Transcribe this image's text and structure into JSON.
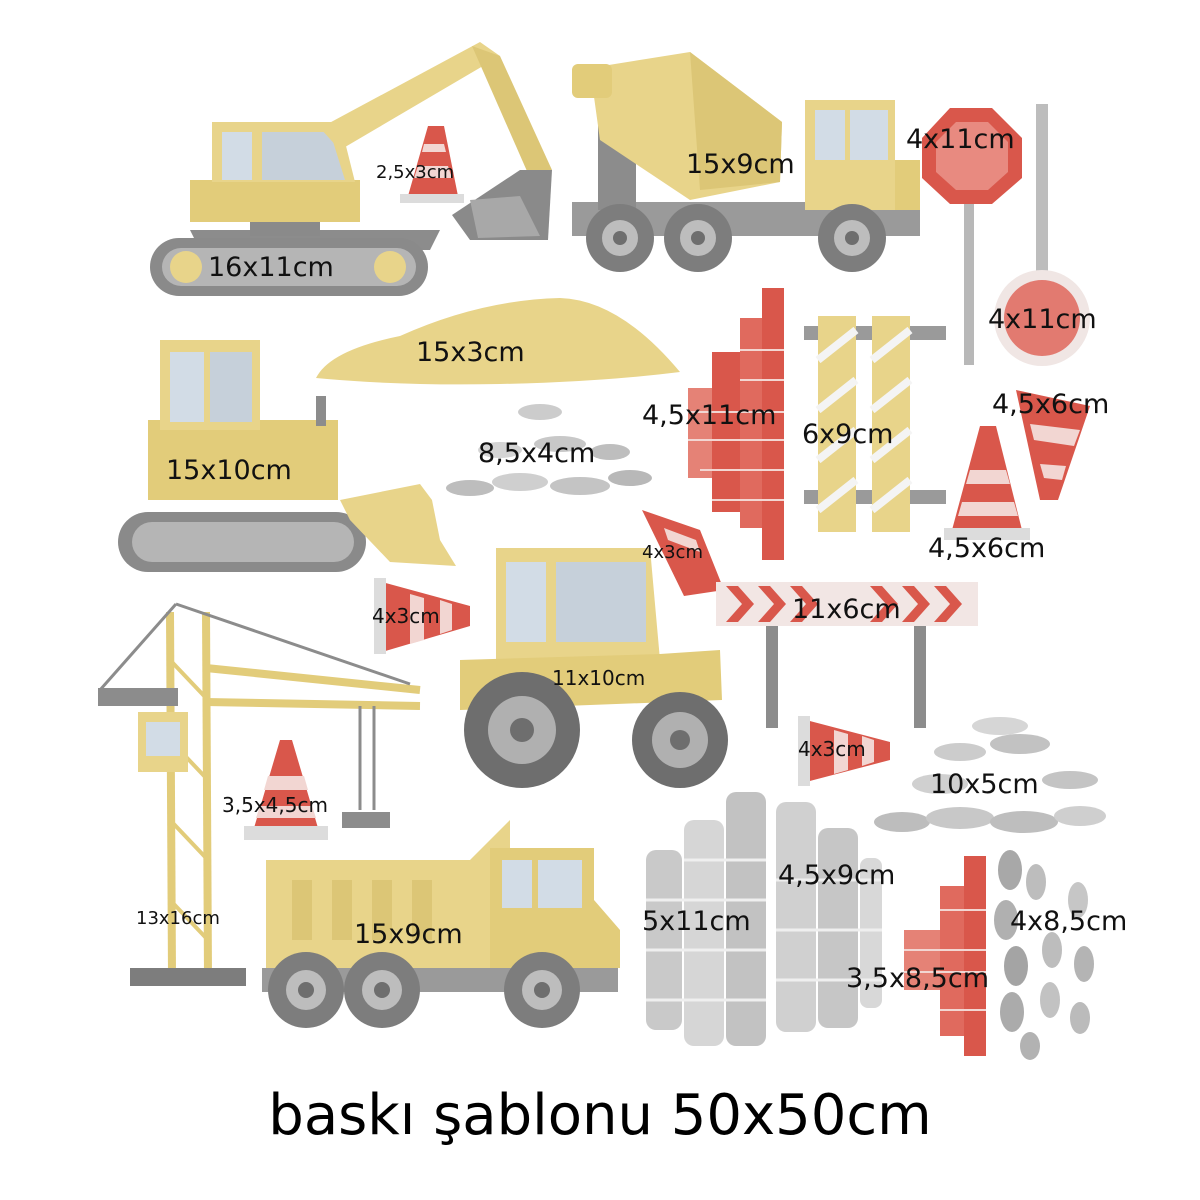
{
  "colors": {
    "yellow": "#e8d48a",
    "yellow_dark": "#d6bf6a",
    "grey": "#8c8c8c",
    "grey_light": "#cfcfcf",
    "red": "#d9574b",
    "glass": "#d2dce6"
  },
  "stickers": [
    {
      "icon": "excavator-icon",
      "size": "16x11cm"
    },
    {
      "icon": "traffic-cone-icon",
      "size": "2,5x3cm"
    },
    {
      "icon": "concrete-mixer-truck-icon",
      "size": "15x9cm"
    },
    {
      "icon": "stop-sign-icon",
      "size": "4x11cm"
    },
    {
      "icon": "round-road-sign-icon",
      "size": "4x11cm"
    },
    {
      "icon": "sand-pile-icon",
      "size": "15x3cm"
    },
    {
      "icon": "bulldozer-icon",
      "size": "15x10cm"
    },
    {
      "icon": "stone-pile-icon",
      "size": "8,5x4cm"
    },
    {
      "icon": "brick-wall-icon",
      "size": "4,5x11cm"
    },
    {
      "icon": "striped-barrier-icon",
      "size": "6x9cm"
    },
    {
      "icon": "traffic-cone-icon",
      "size": "4,5x6cm"
    },
    {
      "icon": "traffic-cone-icon",
      "size": "4,5x6cm"
    },
    {
      "icon": "traffic-cone-icon",
      "size": "4x3cm"
    },
    {
      "icon": "chevron-barrier-icon",
      "size": "11x6cm"
    },
    {
      "icon": "traffic-cone-icon",
      "size": "4x3cm"
    },
    {
      "icon": "tractor-icon",
      "size": "11x10cm"
    },
    {
      "icon": "tower-crane-icon",
      "size": "13x16cm"
    },
    {
      "icon": "traffic-cone-icon",
      "size": "3,5x4,5cm"
    },
    {
      "icon": "traffic-cone-icon",
      "size": "4x3cm"
    },
    {
      "icon": "stone-pile-icon",
      "size": "10x5cm"
    },
    {
      "icon": "dump-truck-icon",
      "size": "15x9cm"
    },
    {
      "icon": "stone-wall-icon",
      "size": "5x11cm"
    },
    {
      "icon": "stone-wall-icon",
      "size": "4,5x9cm"
    },
    {
      "icon": "brick-stack-icon",
      "size": "3,5x8,5cm"
    },
    {
      "icon": "stone-stack-icon",
      "size": "4x8,5cm"
    }
  ],
  "footer": "baskı şablonu 50x50cm"
}
